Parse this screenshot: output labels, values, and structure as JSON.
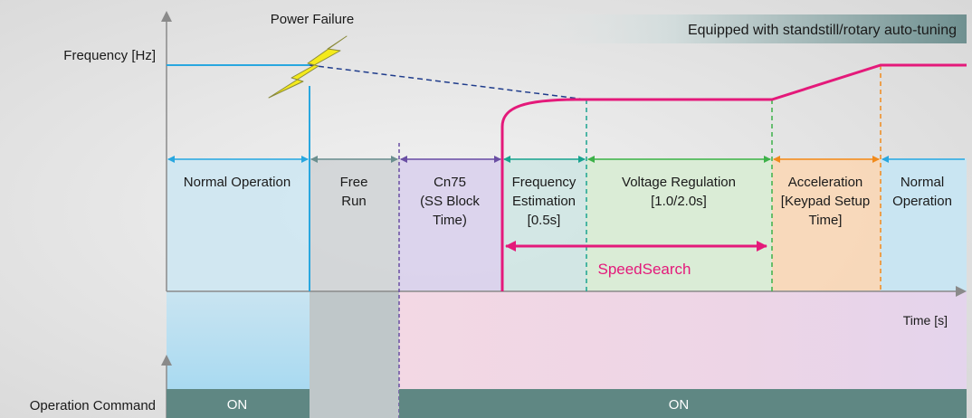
{
  "header": {
    "badge": "Equipped with standstill/rotary auto-tuning"
  },
  "labels": {
    "power_failure": "Power Failure",
    "frequency_axis": "Frequency [Hz]",
    "time_axis": "Time [s]",
    "operation_command": "Operation Command",
    "speed_search": "SpeedSearch"
  },
  "phases": [
    {
      "id": "normal-operation-1",
      "lines": [
        "Normal Operation"
      ],
      "color": "#cde6f2"
    },
    {
      "id": "free-run",
      "lines": [
        "Free",
        "Run"
      ],
      "color": "#d0d4d6"
    },
    {
      "id": "cn75",
      "lines": [
        "Cn75",
        "(SS Block",
        "Time)"
      ],
      "color": "#d9d0ec"
    },
    {
      "id": "frequency-estimation",
      "lines": [
        "Frequency",
        "Estimation",
        "[0.5s]"
      ],
      "color": "#cfe6e3"
    },
    {
      "id": "voltage-regulation",
      "lines": [
        "Voltage Regulation",
        "[1.0/2.0s]"
      ],
      "color": "#d8ecd4"
    },
    {
      "id": "acceleration",
      "lines": [
        "Acceleration",
        "[Keypad Setup",
        "Time]"
      ],
      "color": "#fad7b6"
    },
    {
      "id": "normal-operation-2",
      "lines": [
        "Normal",
        "Operation"
      ],
      "color": "#c7e6f4"
    }
  ],
  "command": {
    "on_label_1": "ON",
    "on_label_2": "ON"
  },
  "colors": {
    "blue": "#29a7df",
    "gray_arrow": "#6b8f8f",
    "purple": "#6a4fa3",
    "teal": "#1aa38f",
    "green": "#3db149",
    "orange": "#f08a1c",
    "magenta": "#e4197a",
    "command_bar": "#5f8783",
    "dashed_blue": "#1f3c8c"
  }
}
